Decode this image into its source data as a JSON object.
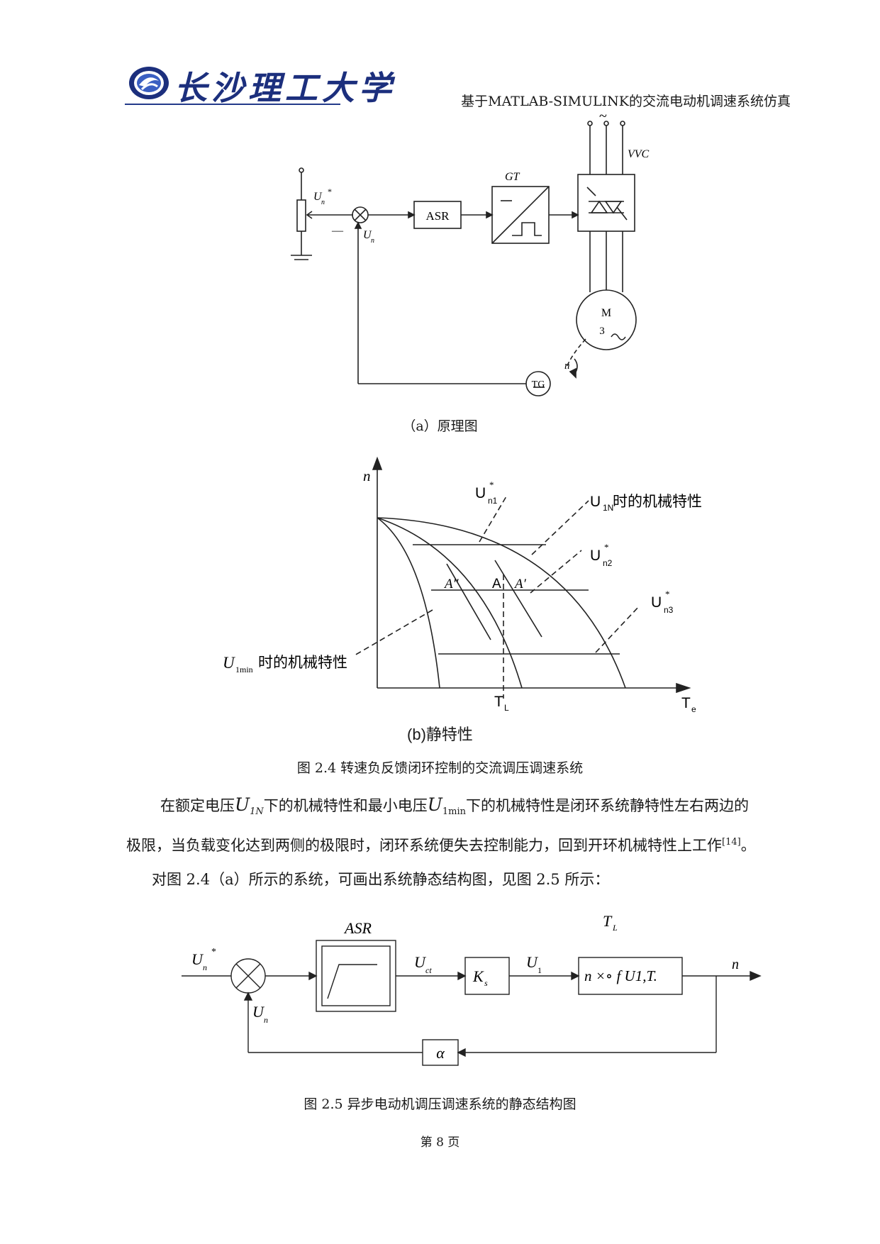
{
  "header": {
    "university_name": "长沙理工大学",
    "running_title": "基于MATLAB-SIMULINK的交流电动机调速系统仿真",
    "colors": {
      "logo_blue": "#1c2f7d"
    }
  },
  "figure_a": {
    "caption": "（a）原理图",
    "labels": {
      "ref_voltage": "U",
      "ref_sub": "n",
      "ref_sup": "*",
      "feedback_voltage": "U",
      "feedback_sub": "n",
      "minus_sign": "—",
      "asr": "ASR",
      "gt": "GT",
      "vvc": "VVC",
      "ac_symbol": "~",
      "motor_m": "M",
      "motor_3": "3",
      "tg": "TG",
      "speed": "n"
    }
  },
  "figure_b": {
    "caption": "(b)静特性",
    "labels": {
      "y_axis": "n",
      "x_axis": "T",
      "x_axis_sub": "e",
      "tl": "T",
      "tl_sub": "L",
      "un1": "U",
      "un1_sub": "n1",
      "un1_sup": "*",
      "un2": "U",
      "un2_sub": "n2",
      "un2_sup": "*",
      "un3": "U",
      "un3_sub": "n3",
      "un3_sup": "*",
      "u1n_main": "U",
      "u1n_sub": "1N",
      "u1n_text": "时的机械特性",
      "u1min_main": "U",
      "u1min_sub": "1min",
      "u1min_text": "时的机械特性",
      "point_a2": "A″",
      "point_a": "A",
      "point_a1": "A′"
    }
  },
  "figure_2_4_caption": "图 2.4  转速负反馈闭环控制的交流调压调速系统",
  "paragraph1": {
    "p1": "在额定电压",
    "u": "U",
    "sub1": "1N",
    "p2": "下的机械特性和最小电压",
    "sub2": "1min",
    "p3": "下的机械特性是闭环系统静特性左右两边的",
    "line2": "极限，当负载变化达到两侧的极限时，闭环系统便失去控制能力，回到开环机械特性上工作",
    "ref": "[14]",
    "end": "。"
  },
  "paragraph2": "对图 2.4（a）所示的系统，可画出系统静态结构图，见图 2.5 所示：",
  "figure_2_5": {
    "labels": {
      "input": "U",
      "input_sub": "n",
      "input_sup": "*",
      "feedback": "U",
      "feedback_sub": "n",
      "asr": "ASR",
      "uct": "U",
      "uct_sub": "ct",
      "ks": "K",
      "ks_sub": "s",
      "u1": "U",
      "u1_sub": "1",
      "tl": "T",
      "tl_sub": "L",
      "function_block": "n ×∘ f U1,T.",
      "output": "n",
      "alpha": "α"
    },
    "caption": "图 2.5  异步电动机调压调速系统的静态结构图"
  },
  "page_number": "第 8 页"
}
